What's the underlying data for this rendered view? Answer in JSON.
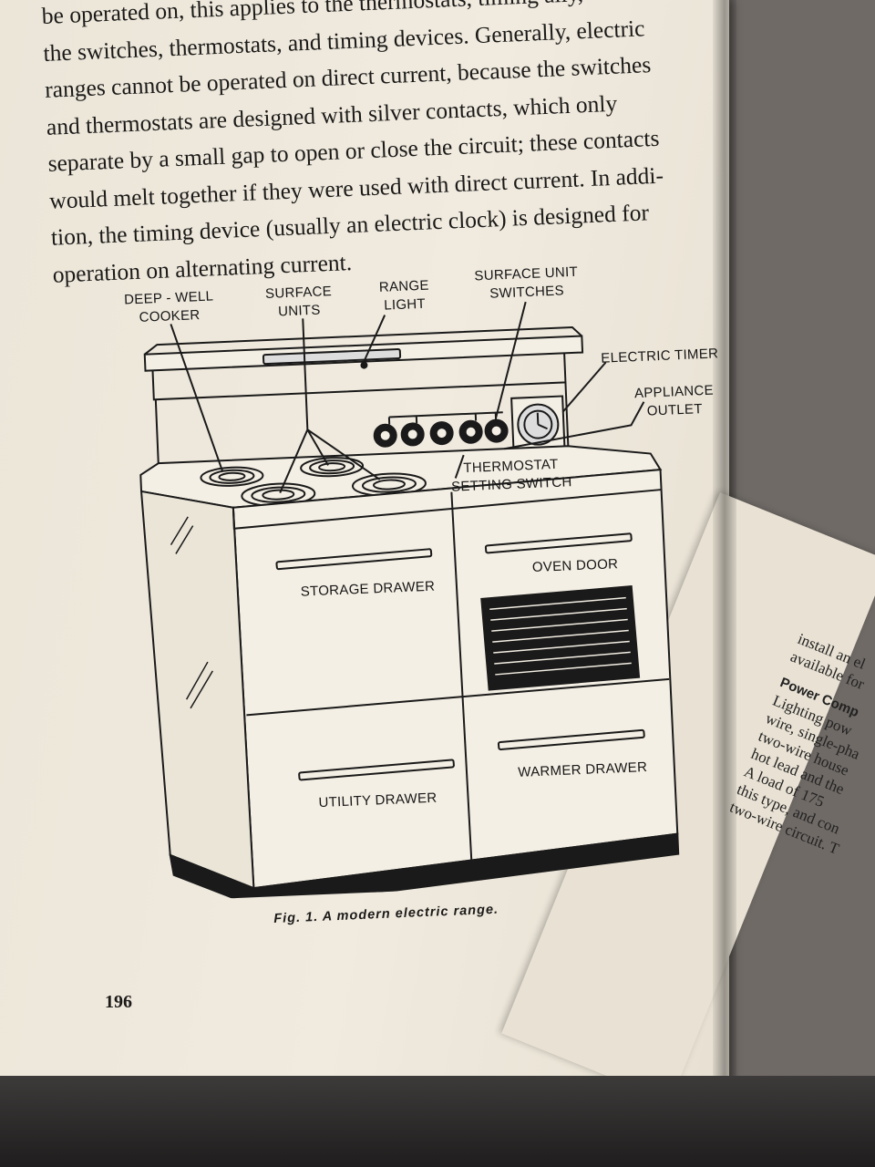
{
  "body_text": {
    "lines": [
      "be operated on, this applies to the thermostats, timing ally,",
      "the switches, thermostats, and timing devices. Generally, electric",
      "ranges cannot be operated on direct current, because the switches",
      "and thermostats are designed with silver contacts, which only",
      "separate by a small gap to open or close the circuit; these contacts",
      "would melt together if they were used with direct current. In addi-",
      "tion, the timing device (usually an electric clock) is designed for",
      "operation on alternating current."
    ]
  },
  "figure": {
    "labels": {
      "deep_well_cooker_1": "DEEP - WELL",
      "deep_well_cooker_2": "COOKER",
      "surface_units_1": "SURFACE",
      "surface_units_2": "UNITS",
      "range_light_1": "RANGE",
      "range_light_2": "LIGHT",
      "surface_unit_switches_1": "SURFACE UNIT",
      "surface_unit_switches_2": "SWITCHES",
      "electric_timer": "ELECTRIC TIMER",
      "appliance_outlet_1": "APPLIANCE",
      "appliance_outlet_2": "OUTLET",
      "thermostat_setting_switch_1": "THERMOSTAT",
      "thermostat_setting_switch_2": "SETTING SWITCH",
      "storage_drawer": "STORAGE DRAWER",
      "oven_door": "OVEN DOOR",
      "utility_drawer": "UTILITY DRAWER",
      "warmer_drawer": "WARMER DRAWER"
    },
    "caption": "Fig. 1. A modern electric range."
  },
  "page_number": "196",
  "facing_page": {
    "lines": [
      "install an el",
      "available for"
    ],
    "heading": "Power Comp",
    "lines2": [
      "Lighting pow",
      "wire, single-pha",
      "two-wire house",
      "hot lead and the",
      "A load of 175",
      "this type, and con",
      "two-wire circuit. T"
    ]
  }
}
